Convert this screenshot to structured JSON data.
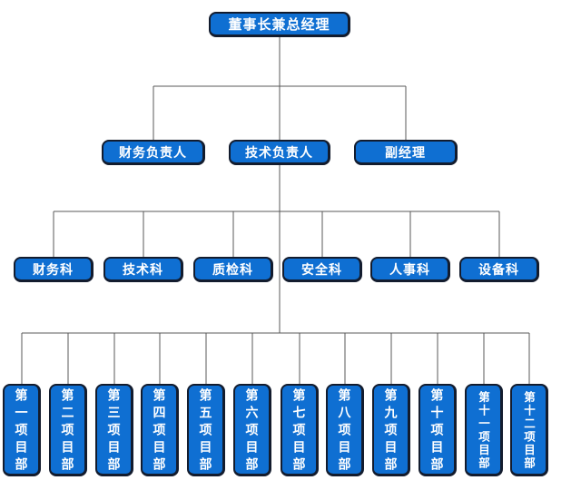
{
  "org_chart": {
    "root": "董事长兼总经理",
    "managers": [
      "财务负责人",
      "技术负责人",
      "副经理"
    ],
    "departments": [
      "财务科",
      "技术科",
      "质检科",
      "安全科",
      "人事科",
      "设备科"
    ],
    "projects": [
      "第一项目部",
      "第二项目部",
      "第三项目部",
      "第四项目部",
      "第五项目部",
      "第六项目部",
      "第七项目部",
      "第八项目部",
      "第九项目部",
      "第十项目部",
      "第十一项目部",
      "第十二项目部"
    ],
    "colors": {
      "node_fill": "#0f6fd2",
      "node_border": "#131c2e",
      "node_text": "#ffffff",
      "connector": "#595959",
      "background": "#ffffff"
    }
  }
}
